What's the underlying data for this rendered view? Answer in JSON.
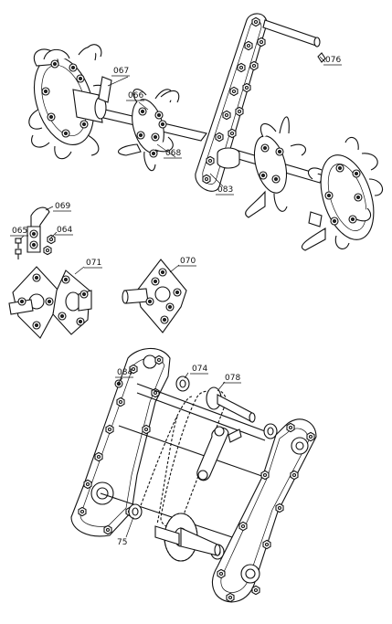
{
  "callouts": {
    "c067": "067",
    "c066": "066",
    "c068": "068",
    "c083": "083",
    "c076": "076",
    "c069": "069",
    "c065": "065",
    "c064": "064",
    "c071": "071",
    "c070": "070",
    "c084": "084",
    "c074": "074",
    "c078": "078",
    "c75": "75"
  }
}
